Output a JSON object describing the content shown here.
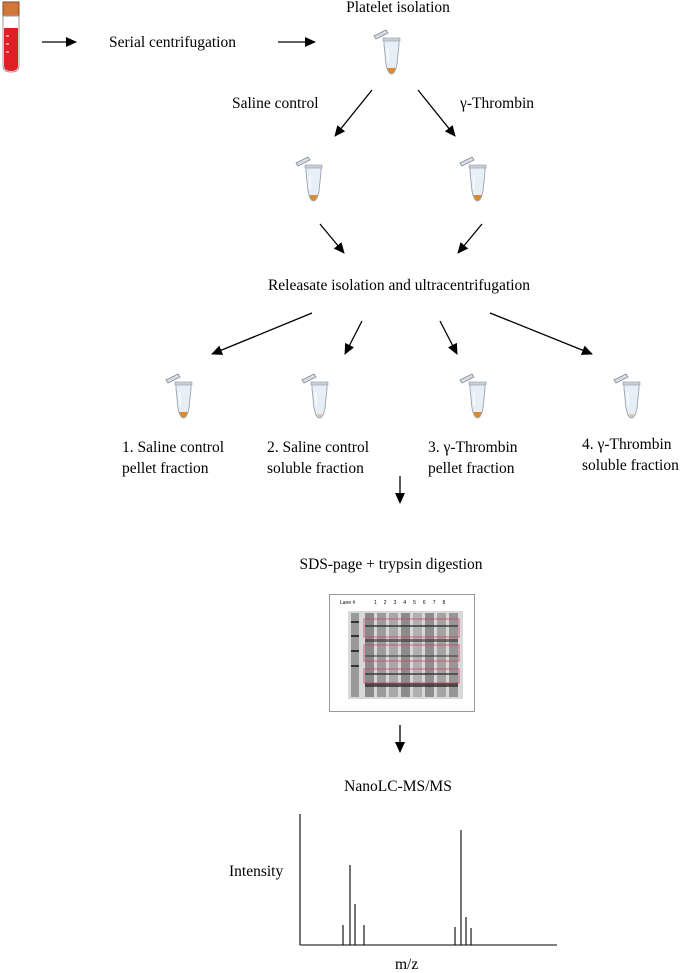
{
  "steps": {
    "serial": "Serial centrifugation",
    "platelet": "Platelet isolation",
    "saline": "Saline control",
    "thrombin": "γ-Thrombin",
    "releasate": "Releasate isolation and ultracentrifugation",
    "sds": "SDS-page + trypsin digestion",
    "nanolc": "NanoLC-MS/MS"
  },
  "fractions": [
    {
      "line1": "1. Saline control",
      "line2": "pellet fraction"
    },
    {
      "line1": "2. Saline control",
      "line2": "soluble fraction"
    },
    {
      "line1": "3. γ-Thrombin",
      "line2": "pellet fraction"
    },
    {
      "line1": "4. γ-Thrombin",
      "line2": "soluble fraction"
    }
  ],
  "gel": {
    "lane_header": "Lane #",
    "lane_numbers": [
      "1",
      "2",
      "3",
      "4",
      "5",
      "6",
      "7",
      "8"
    ]
  },
  "spectrum": {
    "ylabel": "Intensity",
    "xlabel": "m/z"
  }
}
